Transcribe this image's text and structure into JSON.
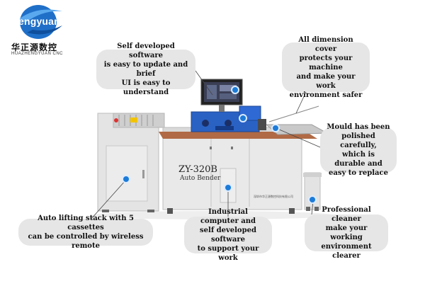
{
  "logo": {
    "name": "zhengyuan",
    "chinese": "华正源数控",
    "subtitle": "HUAZHENGYUAN CNC"
  },
  "callouts": {
    "software": [
      "Self developed software",
      "is easy to update and brief",
      "UI is easy to understand"
    ],
    "cover": [
      "All dimension cover",
      "protects your machine",
      "and make your work",
      "environment safer"
    ],
    "mould": [
      "Mould has been",
      "polished carefully,",
      "which is durable and",
      "easy to replace"
    ],
    "lifting": [
      "Auto lifting stack with 5 cassettes",
      "can be controlled by wireless remote"
    ],
    "computer": [
      "Industrial computer and",
      "self developed software",
      "to support your work"
    ],
    "cleaner": [
      "Professional cleaner",
      "make your working",
      "environment clearer"
    ]
  },
  "machine": {
    "model": "ZY-320B",
    "model_sub": "Auto Bender",
    "plate_text": "深圳市华正源数控科技有限公司"
  },
  "colors": {
    "callout_bg": "#e6e6e6",
    "accent_blue": "#1d7bd8",
    "machine_body": "#e9e9e9",
    "bender_blue": "#2a62c4",
    "copper": "#b06a45"
  }
}
